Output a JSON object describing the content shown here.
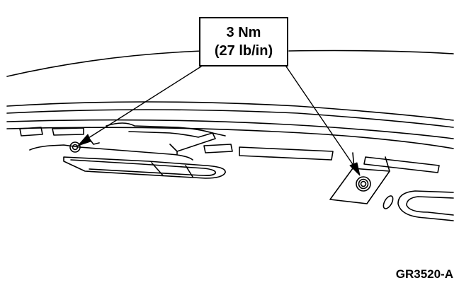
{
  "callout": {
    "torque_nm": "3 Nm",
    "torque_lbin": "(27 lb/in)"
  },
  "figure_id": "GR3520-A",
  "colors": {
    "line": "#000000",
    "background": "#ffffff"
  }
}
